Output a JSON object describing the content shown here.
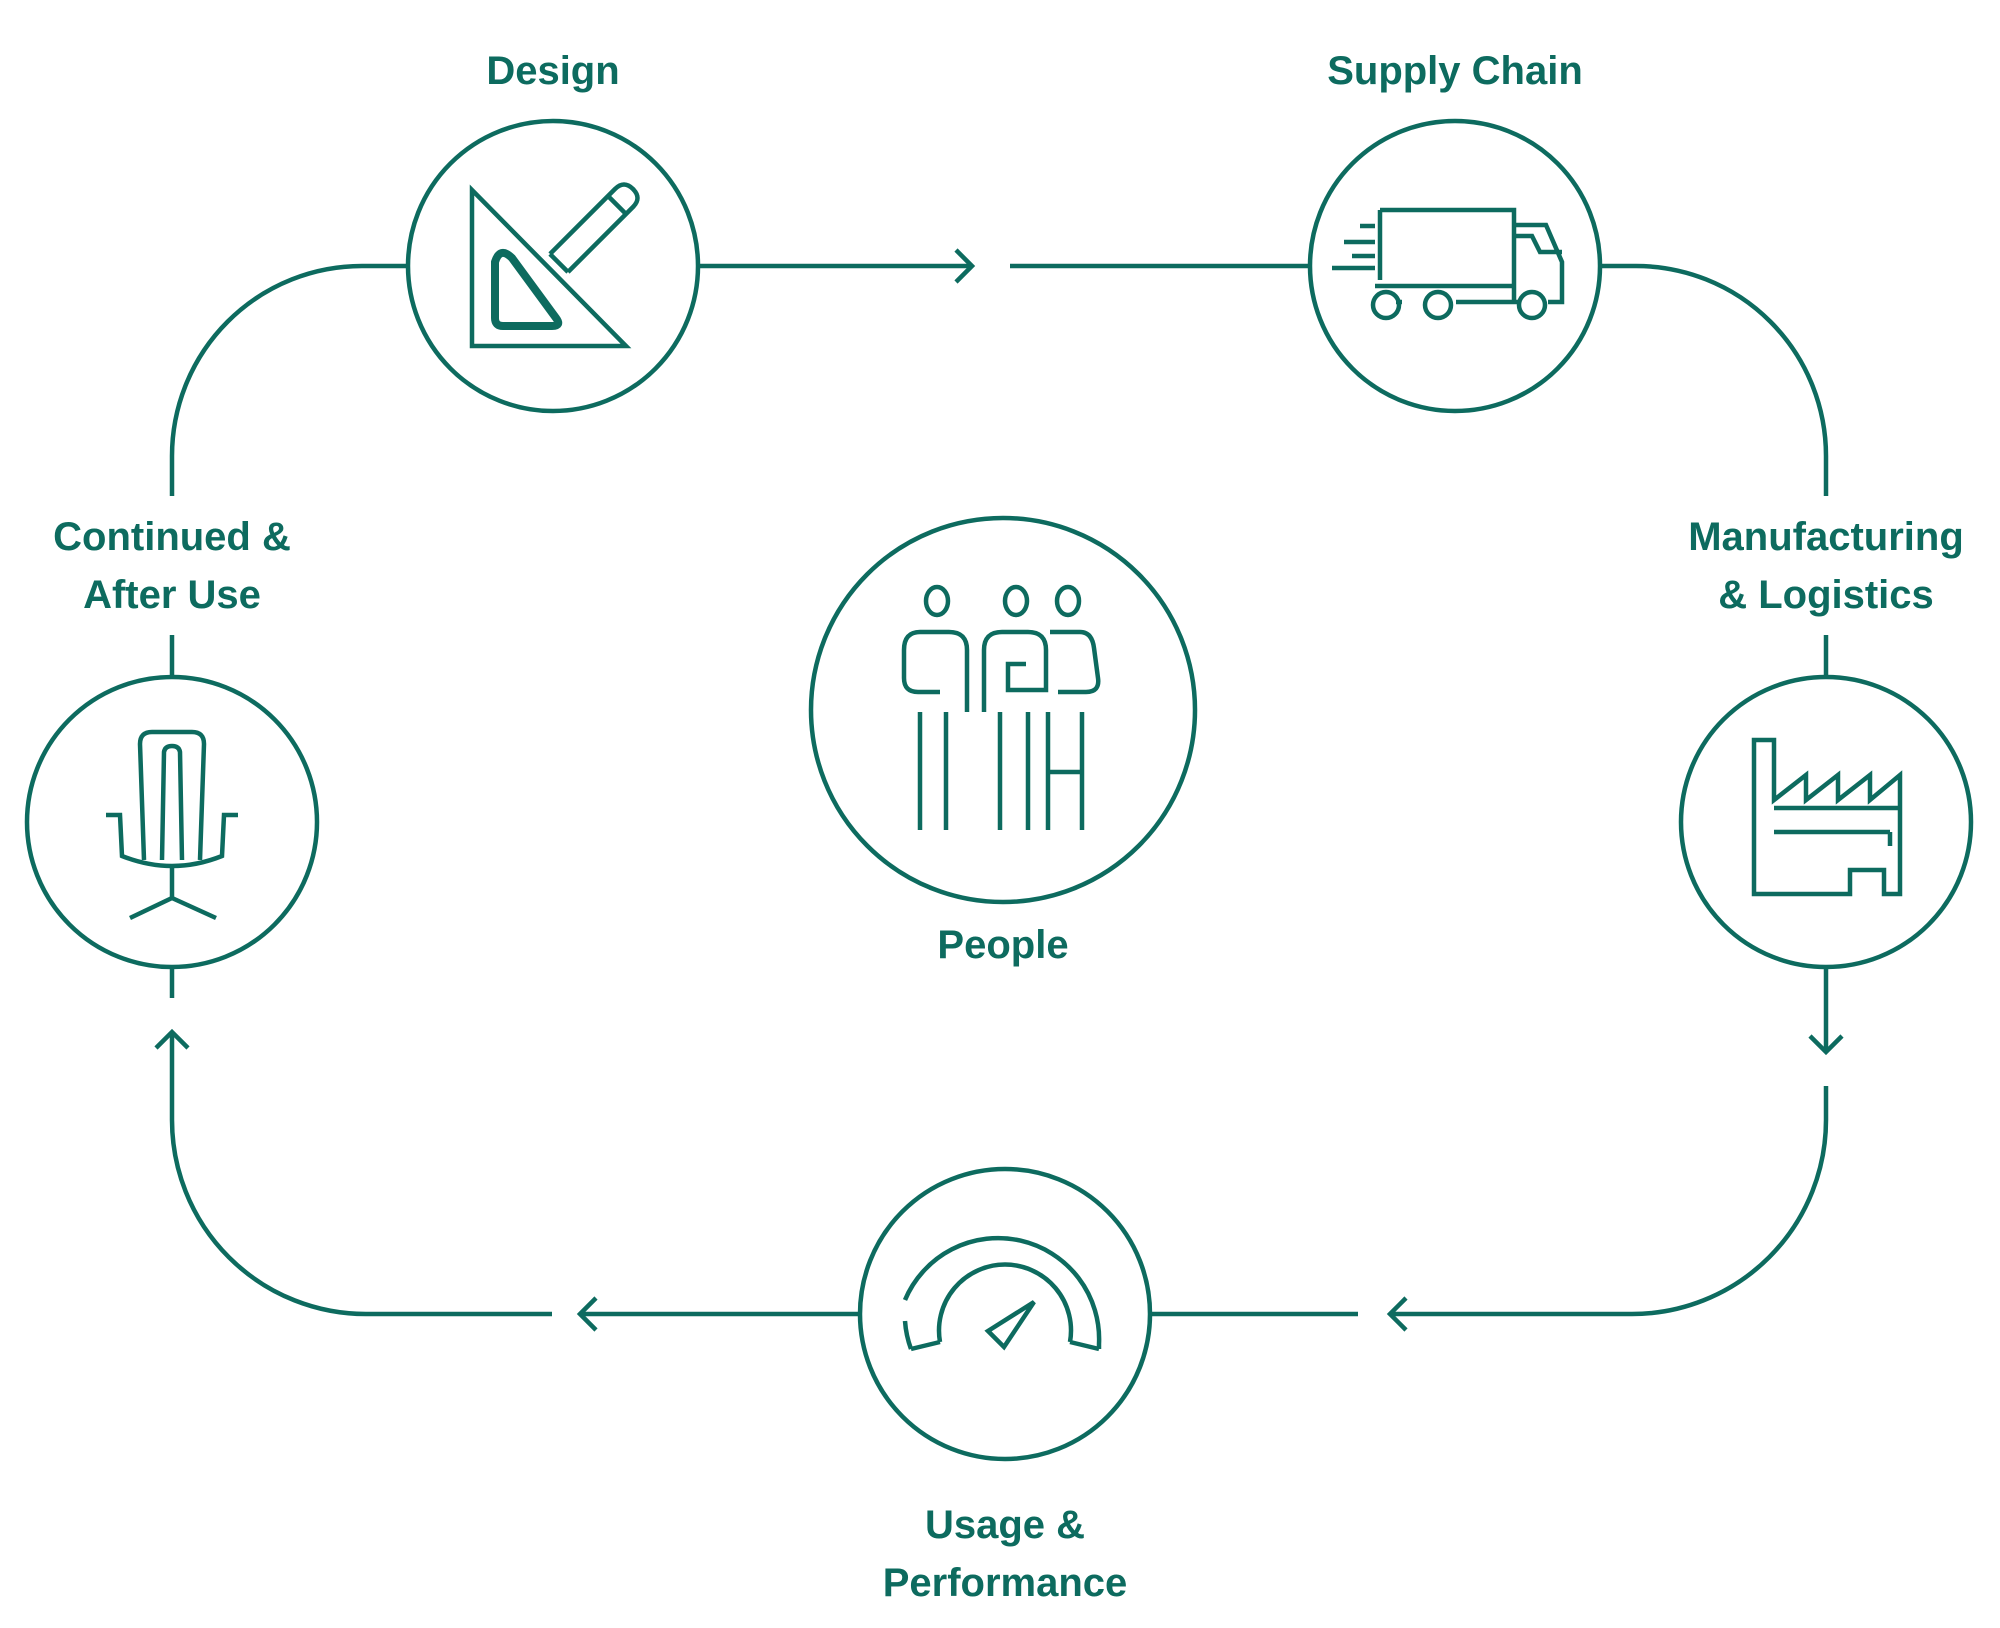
{
  "colors": {
    "accent": "#0d6b5f",
    "background": "#ffffff"
  },
  "nodes": {
    "design": {
      "label": "Design",
      "icon": "set-square-pencil-icon"
    },
    "supply_chain": {
      "label": "Supply Chain",
      "icon": "delivery-truck-icon"
    },
    "manufacturing": {
      "line1": "Manufacturing",
      "line2": "& Logistics",
      "icon": "factory-icon"
    },
    "usage": {
      "line1": "Usage &",
      "line2": "Performance",
      "icon": "gauge-speedometer-icon"
    },
    "after_use": {
      "line1": "Continued &",
      "line2": "After Use",
      "icon": "office-chair-icon"
    },
    "people": {
      "label": "People",
      "icon": "people-group-icon"
    }
  }
}
